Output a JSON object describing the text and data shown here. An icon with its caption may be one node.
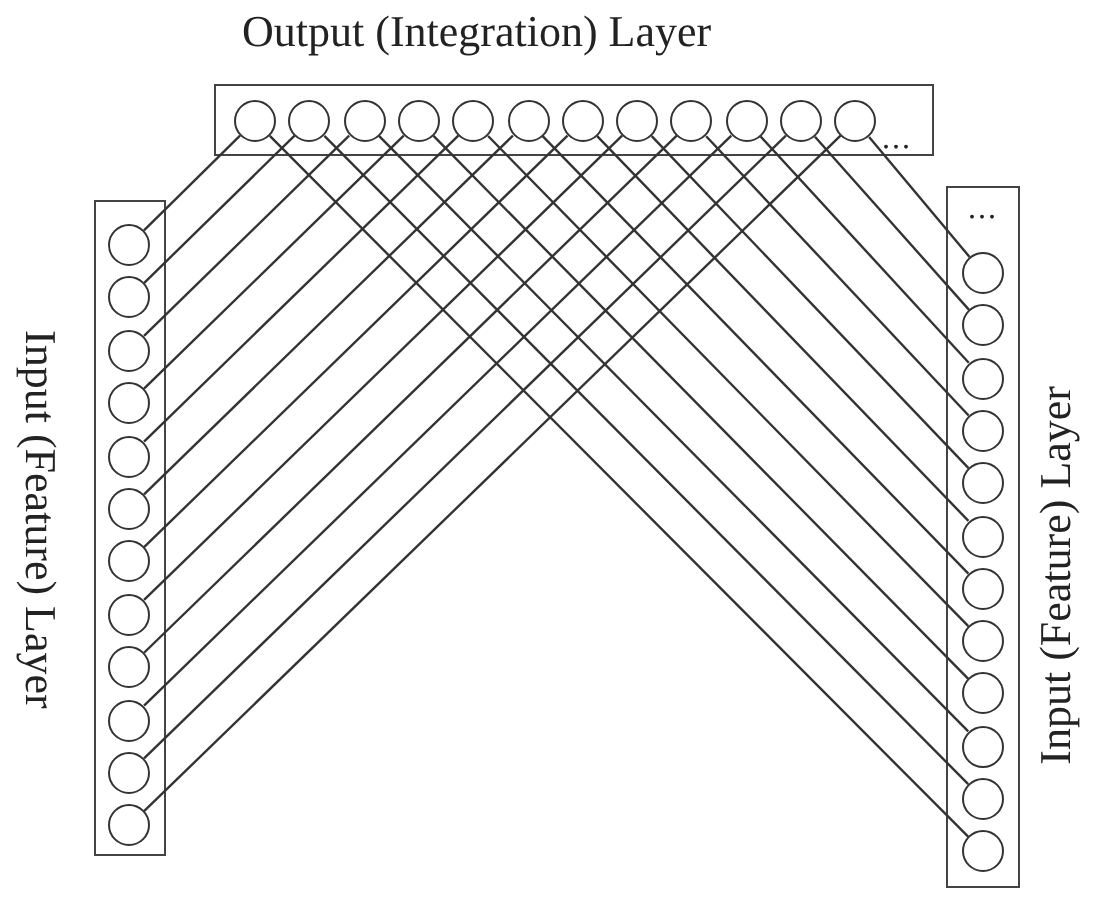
{
  "diagram": {
    "nodes": [
      {
        "text": [
          "Output (Integration) Layer"
        ]
      },
      {
        "text": [],
        "shape": "circle",
        "in": 0
      },
      {
        "text": [],
        "shape": "circle",
        "in": 0
      },
      {
        "text": [],
        "shape": "circle",
        "in": 0
      },
      {
        "text": [],
        "shape": "circle",
        "in": 0
      },
      {
        "text": [],
        "shape": "circle",
        "in": 0
      },
      {
        "text": [],
        "shape": "circle",
        "in": 0
      },
      {
        "text": [],
        "shape": "circle",
        "in": 0
      },
      {
        "text": [],
        "shape": "circle",
        "in": 0
      },
      {
        "text": [],
        "shape": "circle",
        "in": 0
      },
      {
        "text": [],
        "shape": "circle",
        "in": 0
      },
      {
        "text": [],
        "shape": "circle",
        "in": 0
      },
      {
        "text": [],
        "shape": "circle",
        "in": 0
      },
      {
        "text": [
          "Input (Feature) Layer"
        ]
      },
      {
        "text": [],
        "shape": "circle",
        "in": 13
      },
      {
        "text": [],
        "shape": "circle",
        "in": 13
      },
      {
        "text": [],
        "shape": "circle",
        "in": 13
      },
      {
        "text": [],
        "shape": "circle",
        "in": 13
      },
      {
        "text": [],
        "shape": "circle",
        "in": 13
      },
      {
        "text": [],
        "shape": "circle",
        "in": 13
      },
      {
        "text": [],
        "shape": "circle",
        "in": 13
      },
      {
        "text": [],
        "shape": "circle",
        "in": 13
      },
      {
        "text": [],
        "shape": "circle",
        "in": 13
      },
      {
        "text": [],
        "shape": "circle",
        "in": 13
      },
      {
        "text": [],
        "shape": "circle",
        "in": 13
      },
      {
        "text": [],
        "shape": "circle",
        "in": 13
      },
      {
        "text": [
          "Input (Feature) Layer"
        ]
      },
      {
        "text": [],
        "shape": "circle",
        "in": 26
      },
      {
        "text": [],
        "shape": "circle",
        "in": 26
      },
      {
        "text": [],
        "shape": "circle",
        "in": 26
      },
      {
        "text": [],
        "shape": "circle",
        "in": 26
      },
      {
        "text": [],
        "shape": "circle",
        "in": 26
      },
      {
        "text": [],
        "shape": "circle",
        "in": 26
      },
      {
        "text": [],
        "shape": "circle",
        "in": 26
      },
      {
        "text": [],
        "shape": "circle",
        "in": 26
      },
      {
        "text": [],
        "shape": "circle",
        "in": 26
      },
      {
        "text": [],
        "shape": "circle",
        "in": 26
      },
      {
        "text": [],
        "shape": "circle",
        "in": 26
      },
      {
        "text": [],
        "shape": "circle",
        "in": 26
      }
    ],
    "edges": [
      {
        "from": 14,
        "to": 1,
        "arrow": "none"
      },
      {
        "from": 15,
        "to": 2,
        "arrow": "none"
      },
      {
        "from": 16,
        "to": 3,
        "arrow": "none"
      },
      {
        "from": 17,
        "to": 4,
        "arrow": "none"
      },
      {
        "from": 18,
        "to": 5,
        "arrow": "none"
      },
      {
        "from": 19,
        "to": 6,
        "arrow": "none"
      },
      {
        "from": 20,
        "to": 7,
        "arrow": "none"
      },
      {
        "from": 21,
        "to": 8,
        "arrow": "none"
      },
      {
        "from": 22,
        "to": 9,
        "arrow": "none"
      },
      {
        "from": 23,
        "to": 10,
        "arrow": "none"
      },
      {
        "from": 24,
        "to": 11,
        "arrow": "none"
      },
      {
        "from": 25,
        "to": 12,
        "arrow": "none"
      },
      {
        "from": 27,
        "to": 12,
        "arrow": "none"
      },
      {
        "from": 28,
        "to": 11,
        "arrow": "none"
      },
      {
        "from": 29,
        "to": 10,
        "arrow": "none"
      },
      {
        "from": 30,
        "to": 9,
        "arrow": "none"
      },
      {
        "from": 31,
        "to": 8,
        "arrow": "none"
      },
      {
        "from": 32,
        "to": 7,
        "arrow": "none"
      },
      {
        "from": 33,
        "to": 6,
        "arrow": "none"
      },
      {
        "from": 34,
        "to": 5,
        "arrow": "none"
      },
      {
        "from": 35,
        "to": 4,
        "arrow": "none"
      },
      {
        "from": 36,
        "to": 3,
        "arrow": "none"
      },
      {
        "from": 37,
        "to": 2,
        "arrow": "none"
      },
      {
        "from": 38,
        "to": 1,
        "arrow": "none"
      }
    ],
    "labels": [
      "...",
      "..."
    ]
  }
}
